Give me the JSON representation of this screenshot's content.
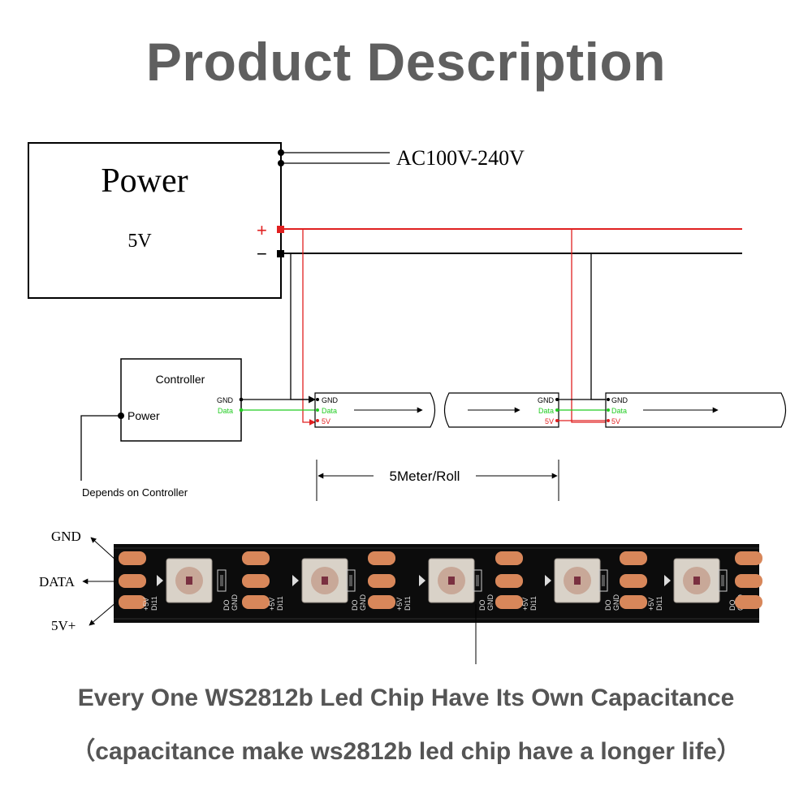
{
  "title": "Product Description",
  "power": {
    "label": "Power",
    "voltage": "5V",
    "ac_input": "AC100V-240V",
    "plus": "+",
    "minus": "−"
  },
  "controller": {
    "label": "Controller",
    "power_pin": "Power",
    "gnd": "GND",
    "data": "Data",
    "note": "Depends on Controller"
  },
  "strip_pins": {
    "gnd": "GND",
    "data": "Data",
    "v5": "5V"
  },
  "roll_length": "5Meter/Roll",
  "pin_labels": {
    "gnd": "GND",
    "data": "DATA",
    "v5": "5V+"
  },
  "chip_pads": {
    "a": "+5V",
    "b": "DO",
    "c": "GND",
    "d": "Di11"
  },
  "captions": {
    "line1": "Every One WS2812b Led Chip Have Its Own Capacitance",
    "line2": "（capacitance  make ws2812b led chip have a longer life）"
  },
  "colors": {
    "text_gray": "#5f5f5f",
    "wire_red": "#e02020",
    "wire_black": "#000000",
    "data_green": "#22cc22",
    "pad_copper": "#d8875a",
    "pcb_black": "#0c0c0c"
  }
}
